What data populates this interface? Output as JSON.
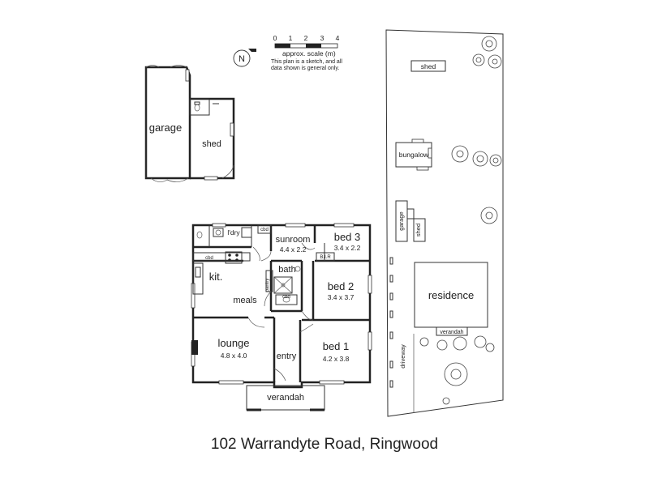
{
  "address": "102 Warrandyte Road, Ringwood",
  "scale": {
    "ticks": [
      "0",
      "1",
      "2",
      "3",
      "4"
    ],
    "label": "approx. scale (m)",
    "note_line1": "This plan is a sketch, and all",
    "note_line2": "data shown is general only."
  },
  "compass": {
    "letter": "N"
  },
  "outbuilding": {
    "garage": "garage",
    "shed": "shed"
  },
  "house": {
    "kitchen": "kit.",
    "laundry": "l'dry",
    "meals": "meals",
    "lounge": {
      "name": "lounge",
      "dims": "4.8 x 4.0"
    },
    "sunroom": {
      "name": "sunroom",
      "dims": "4.4 x 2.2"
    },
    "bath": "bath",
    "bed3": {
      "name": "bed 3",
      "dims": "3.4 x 2.2"
    },
    "bed2": {
      "name": "bed 2",
      "dims": "3.4 x 3.7"
    },
    "bed1": {
      "name": "bed 1",
      "dims": "4.2 x 3.8"
    },
    "entry": "entry",
    "verandah": "verandah",
    "cbd_labels": [
      "cbd",
      "cbd",
      "cbd"
    ],
    "pantry": "pantry",
    "bir": "B.I.R"
  },
  "site": {
    "shed": "shed",
    "bungalow": "bungalow",
    "garage": "garage",
    "shed2": "shed",
    "residence": "residence",
    "verandah": "verandah",
    "driveway": "driveway"
  }
}
